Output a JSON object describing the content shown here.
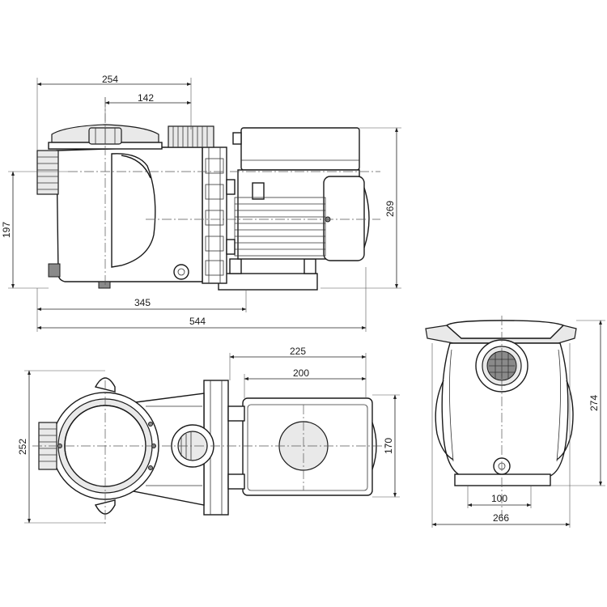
{
  "drawing": {
    "views": [
      "side-view",
      "top-view",
      "front-view"
    ],
    "dimensions": {
      "side_width_254": "254",
      "side_142": "142",
      "side_height_197": "197",
      "side_height_269": "269",
      "side_345": "345",
      "side_length_544": "544",
      "top_225": "225",
      "top_200": "200",
      "top_width_252": "252",
      "top_170": "170",
      "front_height_274": "274",
      "front_100": "100",
      "front_width_266": "266"
    }
  }
}
